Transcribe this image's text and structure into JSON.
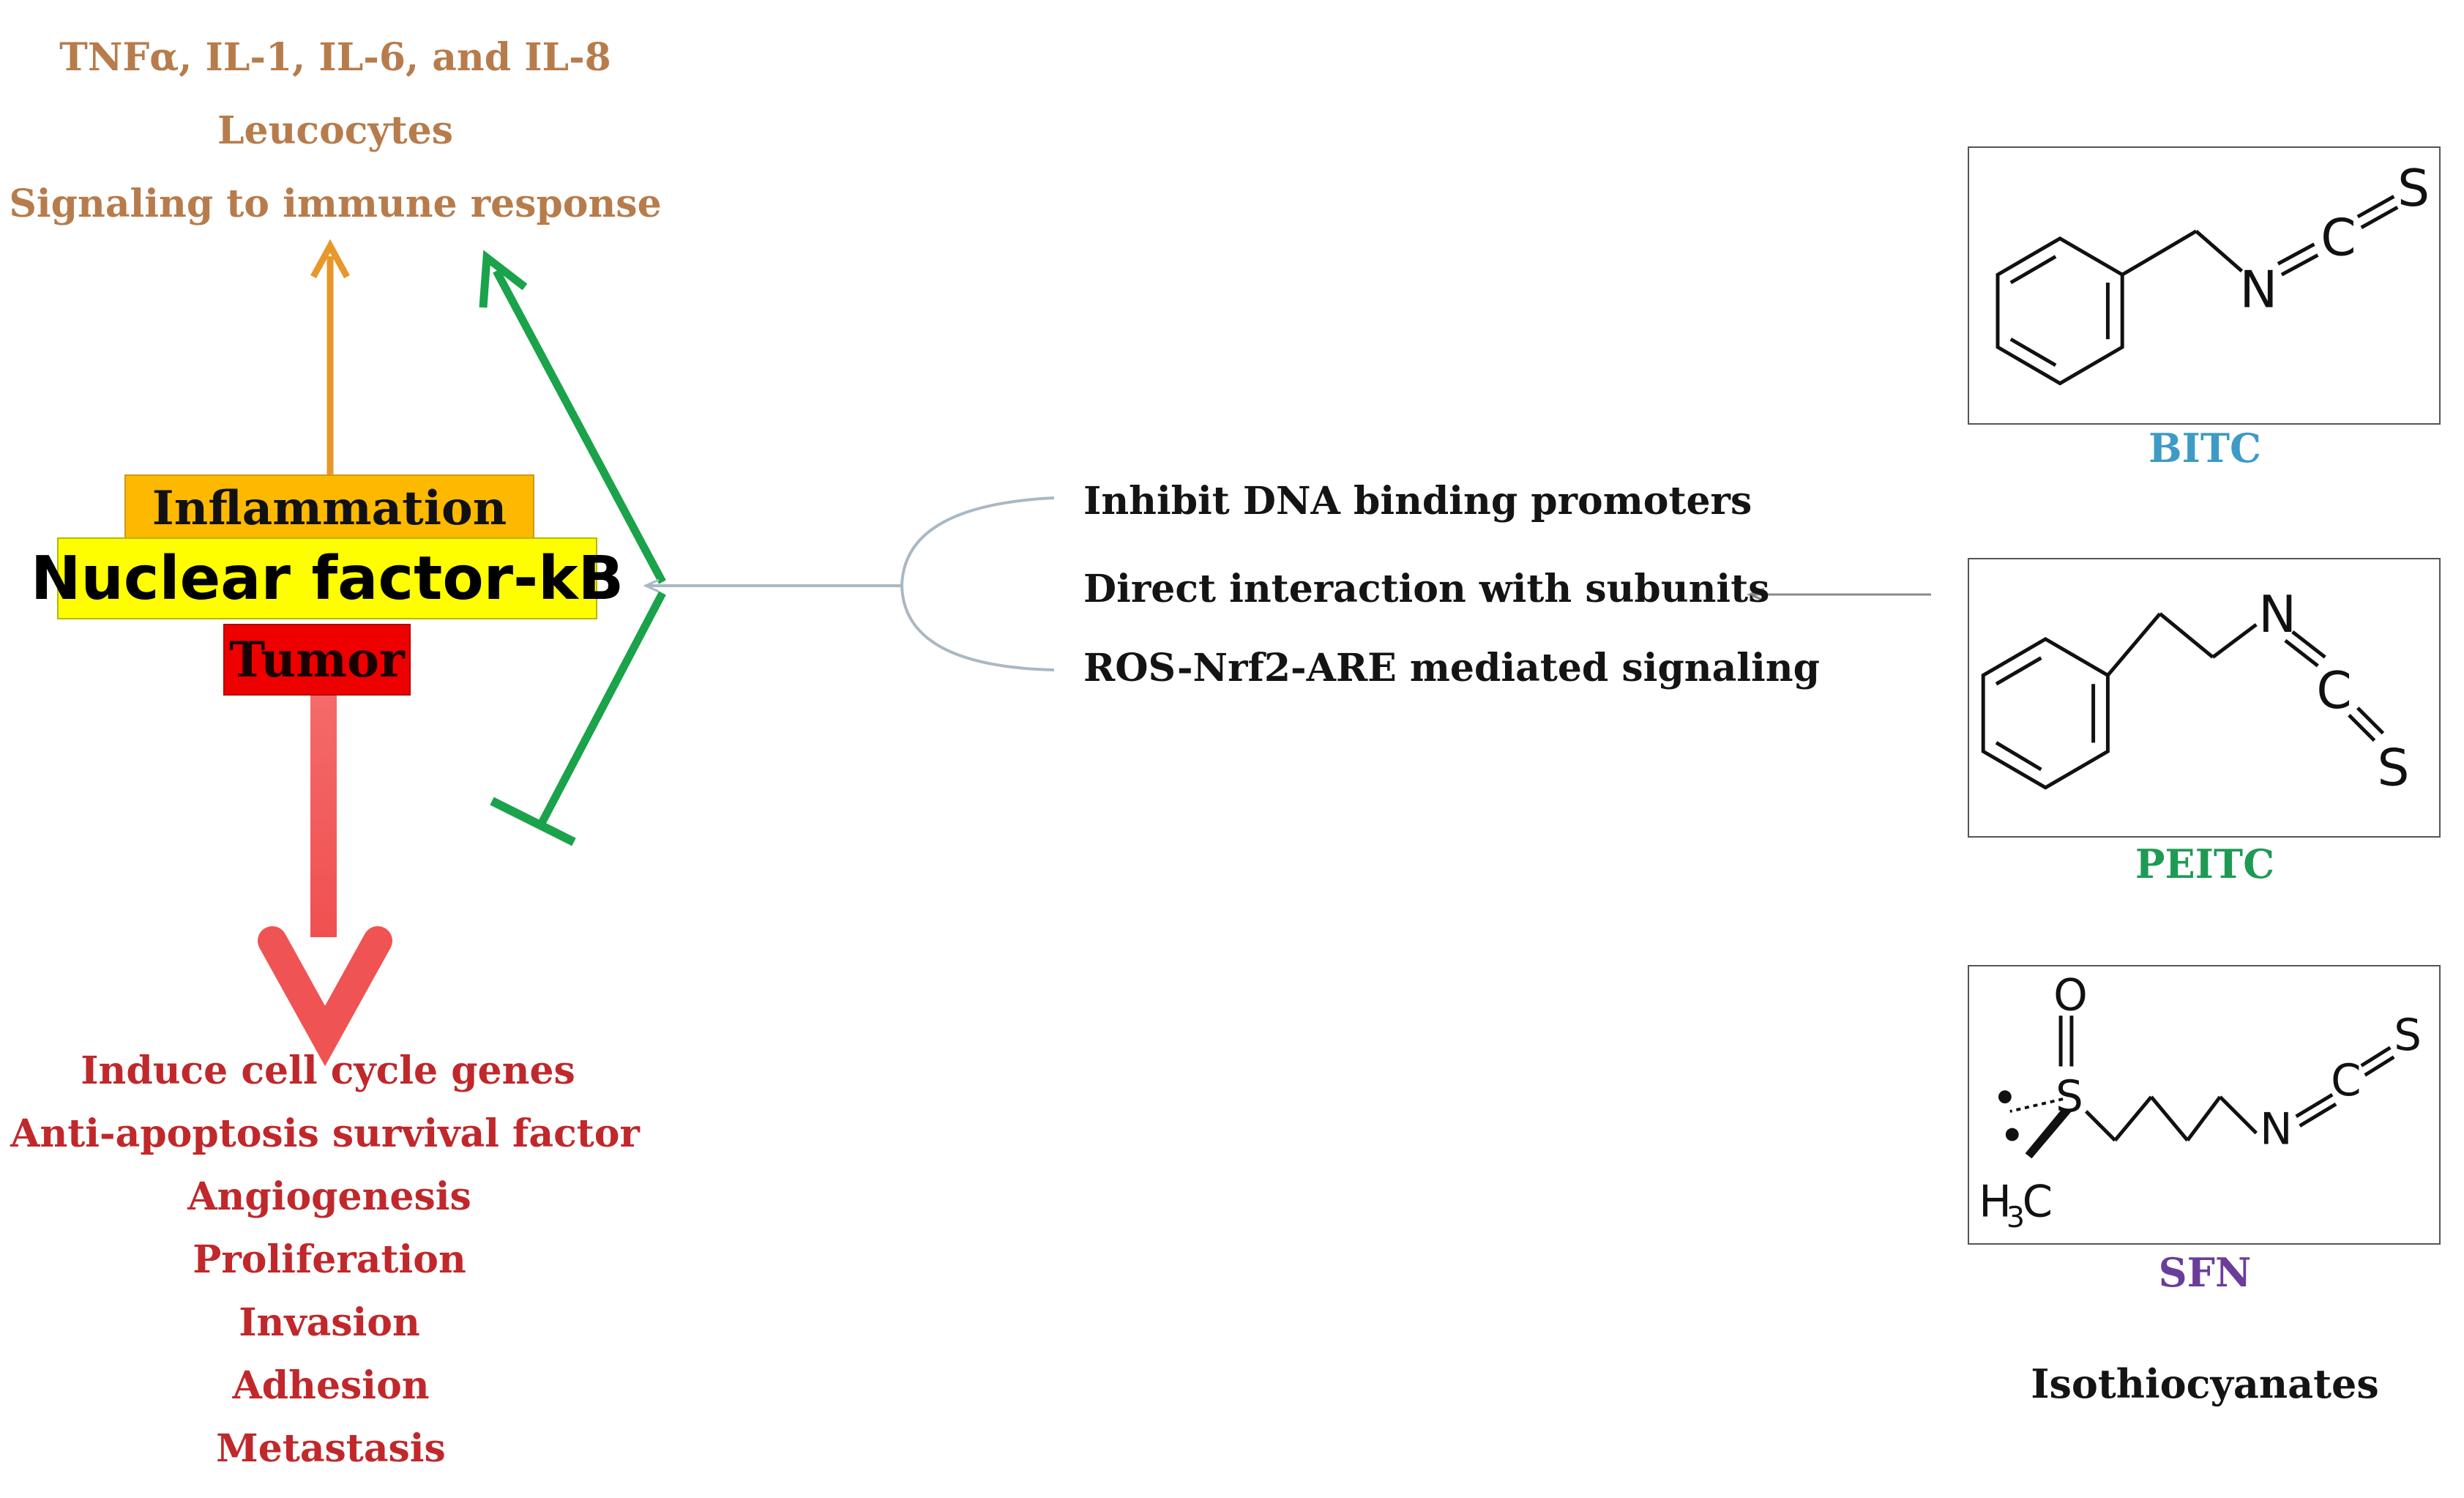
{
  "upstream": {
    "cytokines": "TNFα, IL-1, IL-6, and IL-8",
    "leucocytes": "Leucocytes",
    "signaling": "Signaling to immune response"
  },
  "center": {
    "inflammation": "Inflammation",
    "nfkb": "Nuclear factor-kB",
    "tumor": "Tumor"
  },
  "downstream": [
    "Induce cell cycle genes",
    "Anti-apoptosis survival factor",
    "Angiogenesis",
    "Proliferation",
    "Invasion",
    "Adhesion",
    "Metastasis"
  ],
  "mechanisms": [
    "Inhibit DNA binding promoters",
    "Direct interaction with subunits",
    "ROS-Nrf2-ARE mediated signaling"
  ],
  "molecules": {
    "bitc": {
      "label": "BITC",
      "color": "#3e9ac7"
    },
    "peitc": {
      "label": "PEITC",
      "color": "#1f9a55"
    },
    "sfn": {
      "label": "SFN",
      "color": "#6a3d9a"
    }
  },
  "atoms": {
    "n": "N",
    "c": "C",
    "s": "S",
    "o": "O",
    "h": "H",
    "three": "3"
  },
  "group_label": "Isothiocyanates",
  "colors": {
    "orange_arrow": "#e8982a",
    "green_arrow": "#1aa34a",
    "red_arrow": "#f05353",
    "bracket": "#a9b8c4"
  }
}
